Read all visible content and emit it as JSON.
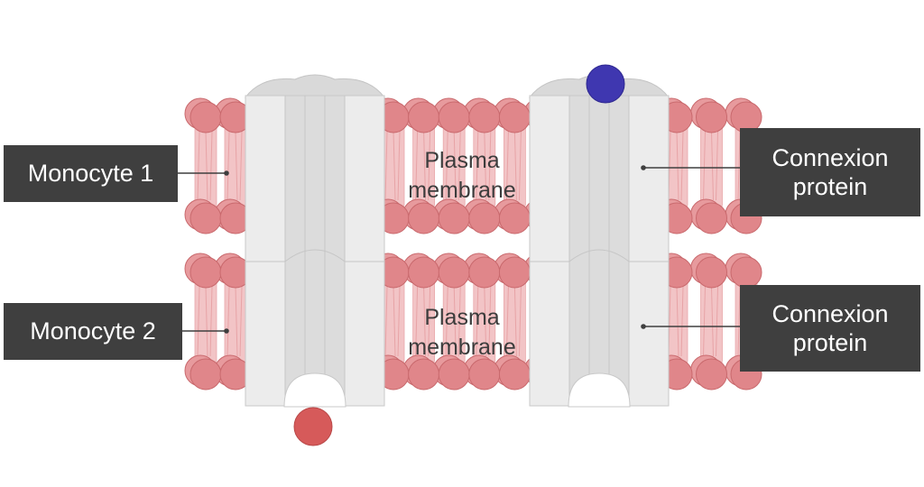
{
  "labels": {
    "monocyte_1": "Monocyte 1",
    "monocyte_2": "Monocyte 2",
    "connexion_top": {
      "line1": "Connexion",
      "line2": "protein"
    },
    "connexion_bottom": {
      "line1": "Connexion",
      "line2": "protein"
    }
  },
  "membranes": {
    "top": {
      "line1": "Plasma",
      "line2": "membrane"
    },
    "bottom": {
      "line1": "Plasma",
      "line2": "membrane"
    }
  },
  "colors": {
    "label_bg": "#3f3f3f",
    "phospholipid_head": "#e0868a",
    "phospholipid_tail": "#f2c4c6",
    "connexin": "#ececec",
    "red_molecule": "#d65a5a",
    "blue_molecule": "#3f37b0"
  }
}
